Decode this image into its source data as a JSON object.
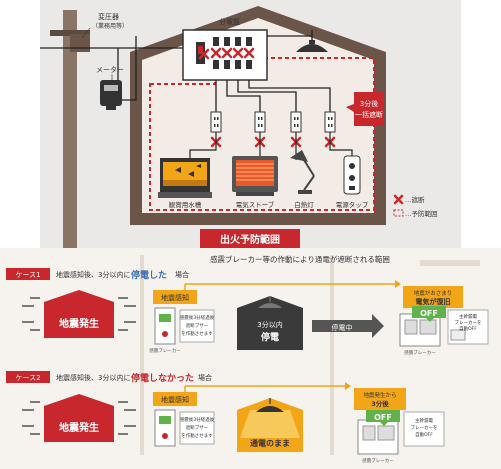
{
  "labels": {
    "transformer": "変圧器",
    "transformer_sub": "（業務用等）",
    "meter": "メーター",
    "panel": "分電盤",
    "cutoff": [
      "3分後",
      "一括遮断"
    ],
    "aquarium": "観賞用水槽",
    "stove": "電気ストーブ",
    "lamp": "白熱灯",
    "tap": "電源タップ",
    "legend_cutoff": "…遮断",
    "legend_area": "…予防範囲",
    "fire_prevention": "出火予防範囲"
  },
  "lower": {
    "title": "感震ブレーカー等の作動により通電が遮断される範囲",
    "case1": {
      "tag": "ケース1",
      "text_before": "地震感知後、3分以内に",
      "text_emph": "停電した",
      "text_after": "場合",
      "quake": "地震発生",
      "sensed": "地震感知",
      "restore_top": "地震がおさまり",
      "restore_bottom": "電気が復旧",
      "sensor_top": "感震ブレーカー",
      "sensor_mid": [
        "感震後3分経過後",
        "遮断ブザー",
        "を作動させます"
      ],
      "outage_top": "3分以内",
      "outage_bottom": "停電",
      "outage_arrow": "停電中",
      "off": "OFF",
      "breaker_note": [
        "主幹漏電",
        "ブレーカーを",
        "自動OFF"
      ],
      "device_caption": "感震ブレーカー"
    },
    "case2": {
      "tag": "ケース2",
      "text_before": "地震感知後、3分以内に",
      "text_emph": "停電しなかった",
      "text_after": "場合",
      "quake": "地震発生",
      "sensed": "地震感知",
      "after_top": "地震発生から",
      "after_bottom": "3分後",
      "sensor_mid": [
        "感震後3分経過後",
        "遮断ブザー",
        "を作動させます"
      ],
      "keep_power": "通電のまま",
      "off": "OFF",
      "breaker_note": [
        "主幹漏電",
        "ブレーカーを",
        "自動OFF"
      ],
      "device_caption": "感震ブレーカー"
    }
  },
  "colors": {
    "house": "#6b5448",
    "red": "#c8282d",
    "orange": "#f2a516",
    "green": "#61b24a",
    "dark": "#3a3a3a"
  }
}
